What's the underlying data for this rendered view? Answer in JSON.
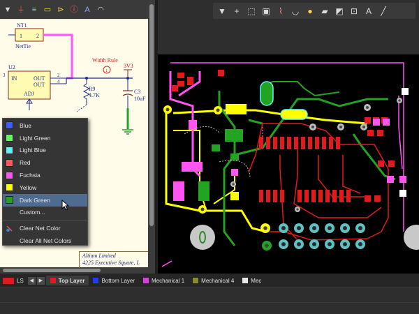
{
  "schematic": {
    "components": {
      "nt1_designator": "NT1",
      "nt1_pin1": "1",
      "nt1_pin2": "2",
      "nt1_value": "NetTie",
      "u2_designator": "U2",
      "u2_in": "IN",
      "u2_out1": "OUT",
      "u2_out2": "OUT",
      "u2_adj": "ADJ",
      "u2_pin3": "3",
      "u2_pin2": "2",
      "u2_pin4": "4",
      "r9_designator": "R9",
      "r9_value": "4.7K",
      "c3_designator": "C3",
      "c3_value": "10uF",
      "power_net": "3V3",
      "rule_label": "Width Rule",
      "rule_marker": "1"
    },
    "titleblock": {
      "company": "Altium Limited",
      "address": "4225 Executive Square, L"
    }
  },
  "pcb_toolbar": {
    "icons": [
      "filter-icon",
      "crosshair-icon",
      "select-rect-icon",
      "component-icon",
      "route-icon",
      "arc-icon",
      "pin-icon",
      "shape-icon",
      "polygon-icon",
      "dimension-icon",
      "text-icon",
      "line-icon"
    ]
  },
  "context_menu": {
    "colors": [
      {
        "label": "Blue",
        "color": "#3d5bff"
      },
      {
        "label": "Light Green",
        "color": "#5dff5d"
      },
      {
        "label": "Light Blue",
        "color": "#5ff5f5"
      },
      {
        "label": "Red",
        "color": "#ff5a5a"
      },
      {
        "label": "Fuchsia",
        "color": "#ff55f0"
      },
      {
        "label": "Yellow",
        "color": "#ffff00"
      },
      {
        "label": "Dark Green",
        "color": "#22a322"
      }
    ],
    "highlighted": "Dark Green",
    "custom": "Custom...",
    "clear_net_color": "Clear Net Color",
    "clear_all": "Clear All Net Colors"
  },
  "layer_tabs": [
    {
      "label": "LS",
      "color": "#e11b1b"
    },
    {
      "label": "Top Layer",
      "color": "#e11b1b",
      "active": true
    },
    {
      "label": "Bottom Layer",
      "color": "#1f3bff"
    },
    {
      "label": "Mechanical 1",
      "color": "#e23ae2"
    },
    {
      "label": "Mechanical 4",
      "color": "#8a8a2e"
    },
    {
      "label": "Mec",
      "color": "#e8e8e8"
    }
  ]
}
